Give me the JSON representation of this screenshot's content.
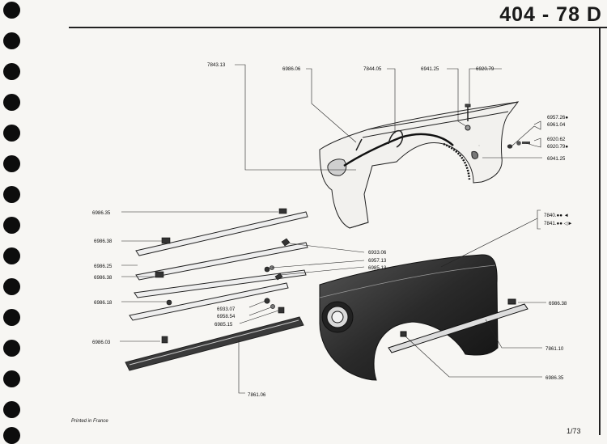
{
  "header": {
    "title": "404 - 78 D"
  },
  "footer": {
    "printed_note": "Printed in France",
    "page_number": "1/73"
  },
  "callouts": {
    "c7843_13": "7843.13",
    "c6986_06": "6986.06",
    "c7844_05": "7844.05",
    "c6941_25_top": "6941.25",
    "c6920_79": "6920.79",
    "c6957_26": "6957.26●",
    "c6961_04": "6961.04",
    "c6920_62": "6920.62",
    "c6920_79b": "6920.79●",
    "c6941_25_right": "6941.25",
    "c6986_35_left": "6986.35",
    "c6986_38_a": "6986.38",
    "c6933_06": "6933.06",
    "c6957_13": "6957.13",
    "c6986_25": "6986.25",
    "c6985_13": "6985.13",
    "c6986_38_b": "6986.38",
    "c6986_18": "6986.18",
    "c6933_07": "6933.07",
    "c6958_54": "6958.54",
    "c6985_15": "6985.15",
    "c6986_03": "6986.03",
    "c7861_06": "7861.06",
    "c7840": "7840.●● ◄",
    "c7841": "7841.●● ◁►",
    "c6986_38_right": "6986.38",
    "c7861_10": "7861.10",
    "c6986_35_bottom": "6986.35"
  }
}
